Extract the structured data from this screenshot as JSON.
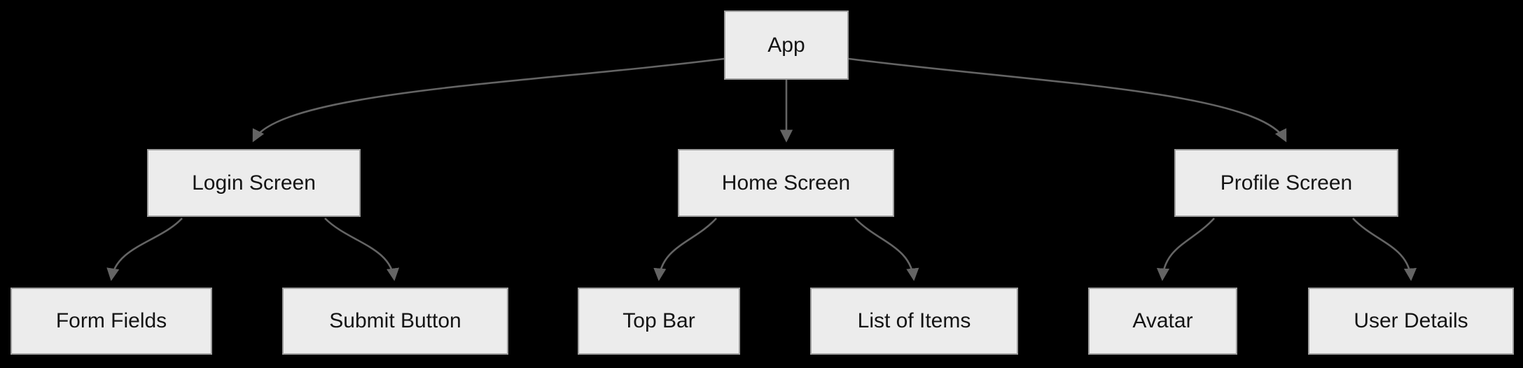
{
  "diagram": {
    "type": "flowchart",
    "direction": "top-down",
    "colors": {
      "background": "#000000",
      "node_fill": "#ececec",
      "node_border": "#9e9e9e",
      "edge": "#646464",
      "text": "#141414"
    },
    "nodes": {
      "app": {
        "label": "App"
      },
      "login_screen": {
        "label": "Login Screen"
      },
      "home_screen": {
        "label": "Home Screen"
      },
      "profile_screen": {
        "label": "Profile Screen"
      },
      "form_fields": {
        "label": "Form Fields"
      },
      "submit_button": {
        "label": "Submit Button"
      },
      "top_bar": {
        "label": "Top Bar"
      },
      "list_of_items": {
        "label": "List of Items"
      },
      "avatar": {
        "label": "Avatar"
      },
      "user_details": {
        "label": "User Details"
      }
    },
    "edges": [
      {
        "from": "App",
        "to": "Login Screen"
      },
      {
        "from": "App",
        "to": "Home Screen"
      },
      {
        "from": "App",
        "to": "Profile Screen"
      },
      {
        "from": "Login Screen",
        "to": "Form Fields"
      },
      {
        "from": "Login Screen",
        "to": "Submit Button"
      },
      {
        "from": "Home Screen",
        "to": "Top Bar"
      },
      {
        "from": "Home Screen",
        "to": "List of Items"
      },
      {
        "from": "Profile Screen",
        "to": "Avatar"
      },
      {
        "from": "Profile Screen",
        "to": "User Details"
      }
    ]
  }
}
